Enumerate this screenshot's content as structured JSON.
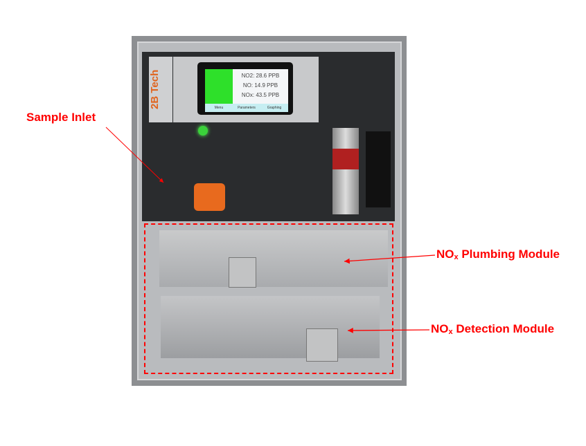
{
  "labels": {
    "sample_inlet": "Sample Inlet",
    "plumbing": {
      "prefix": "NO",
      "sub": "x",
      "suffix": " Plumbing Module"
    },
    "detection": {
      "prefix": "NO",
      "sub": "x",
      "suffix": " Detection Module"
    }
  },
  "instrument": {
    "logo": "2B Tech",
    "readings": [
      "NO2: 28.6 PPB",
      "NO: 14.9 PPB",
      "NOx: 43.5 PPB"
    ],
    "buttons": [
      "Menu",
      "Parameters",
      "Graphing"
    ]
  },
  "colors": {
    "annotation": "#ff0000",
    "screen_green": "#2ee02a"
  }
}
